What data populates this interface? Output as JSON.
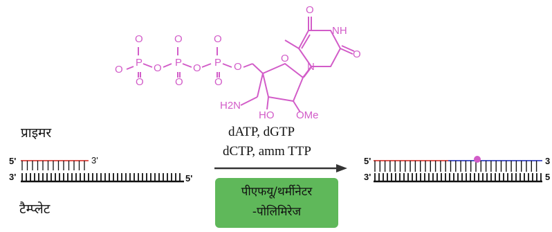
{
  "molecule": {
    "color": "#d25cc8",
    "phosphate_o_minus": "O",
    "phosphate_p": "P",
    "phosphate_o": "O",
    "nh": "NH",
    "n": "N",
    "amine": "H2N",
    "ho": "HO",
    "ome": "OMe"
  },
  "labels": {
    "primer": "प्राइमर",
    "template": "टैम्प्लेट"
  },
  "reagents": {
    "line1": "dATP, dGTP",
    "line2": "dCTP, amm TTP"
  },
  "enzyme": {
    "line1": "पीएफयू/थर्मीनेटर",
    "line2": "-पोलिमिरेज",
    "color": "#5fb85a"
  },
  "strand_ends": {
    "left_top_5": "5'",
    "left_top_3": "3'",
    "left_bottom_3": "3'",
    "left_bottom_5": "5'",
    "right_top_5": "5'",
    "right_top_3": "3",
    "right_bottom_3": "3'",
    "right_bottom_5": "5"
  },
  "colors": {
    "primer": "#e0554f",
    "extension": "#4b57c9",
    "template": "#111111",
    "modified_nucleotide": "#d25cc8"
  }
}
